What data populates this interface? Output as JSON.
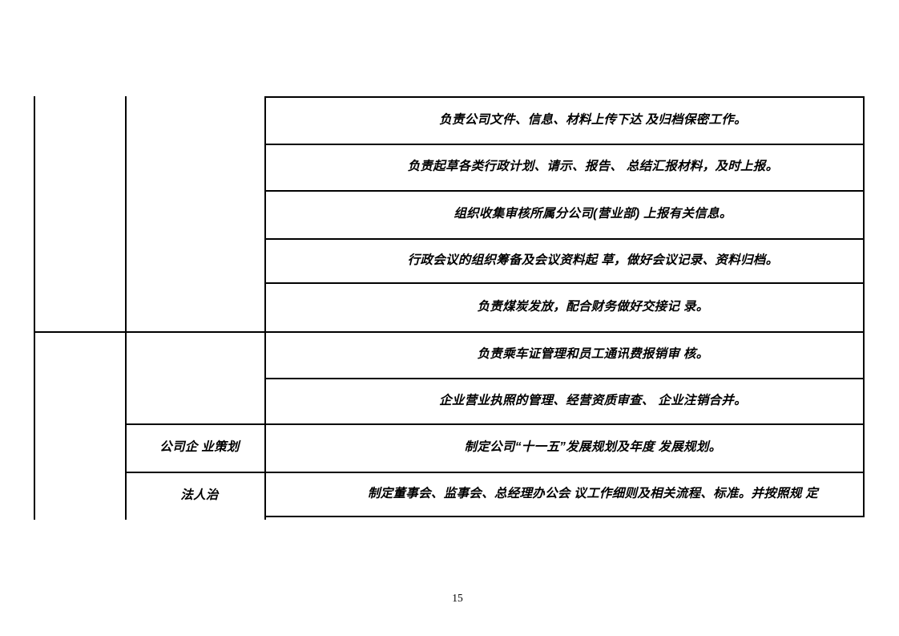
{
  "page": {
    "number": "15"
  },
  "table": {
    "col2_cells": [
      {
        "label": "公司企 业策划"
      },
      {
        "label": "法人治"
      }
    ],
    "duties": [
      "负责公司文件、信息、材料上传下达 及归档保密工作。",
      "负责起草各类行政计划、请示、报告、 总结汇报材料，及时上报。",
      "组织收集审核所属分公司(营业部) 上报有关信息。",
      "行政会议的组织筹备及会议资料起 草，做好会议记录、资料归档。",
      "负责煤炭发放，配合财务做好交接记 录。",
      "负责乘车证管理和员工通讯费报销审 核。",
      "企业营业执照的管理、经营资质审查、 企业注销合并。",
      "制定公司“十一五”发展规划及年度 发展规划。",
      "制定董事会、监事会、总经理办公会 议工作细则及相关流程、标准。并按照规 定"
    ]
  }
}
